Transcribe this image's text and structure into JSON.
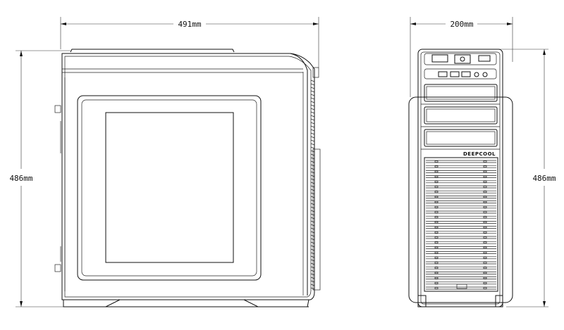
{
  "dimensions": {
    "length": "491mm",
    "width": "200mm",
    "height_side": "486mm",
    "height_front": "486mm"
  },
  "front_view": {
    "brand_label": "DEEPCOOL"
  },
  "colors": {
    "line": "#111111",
    "background": "#ffffff"
  }
}
